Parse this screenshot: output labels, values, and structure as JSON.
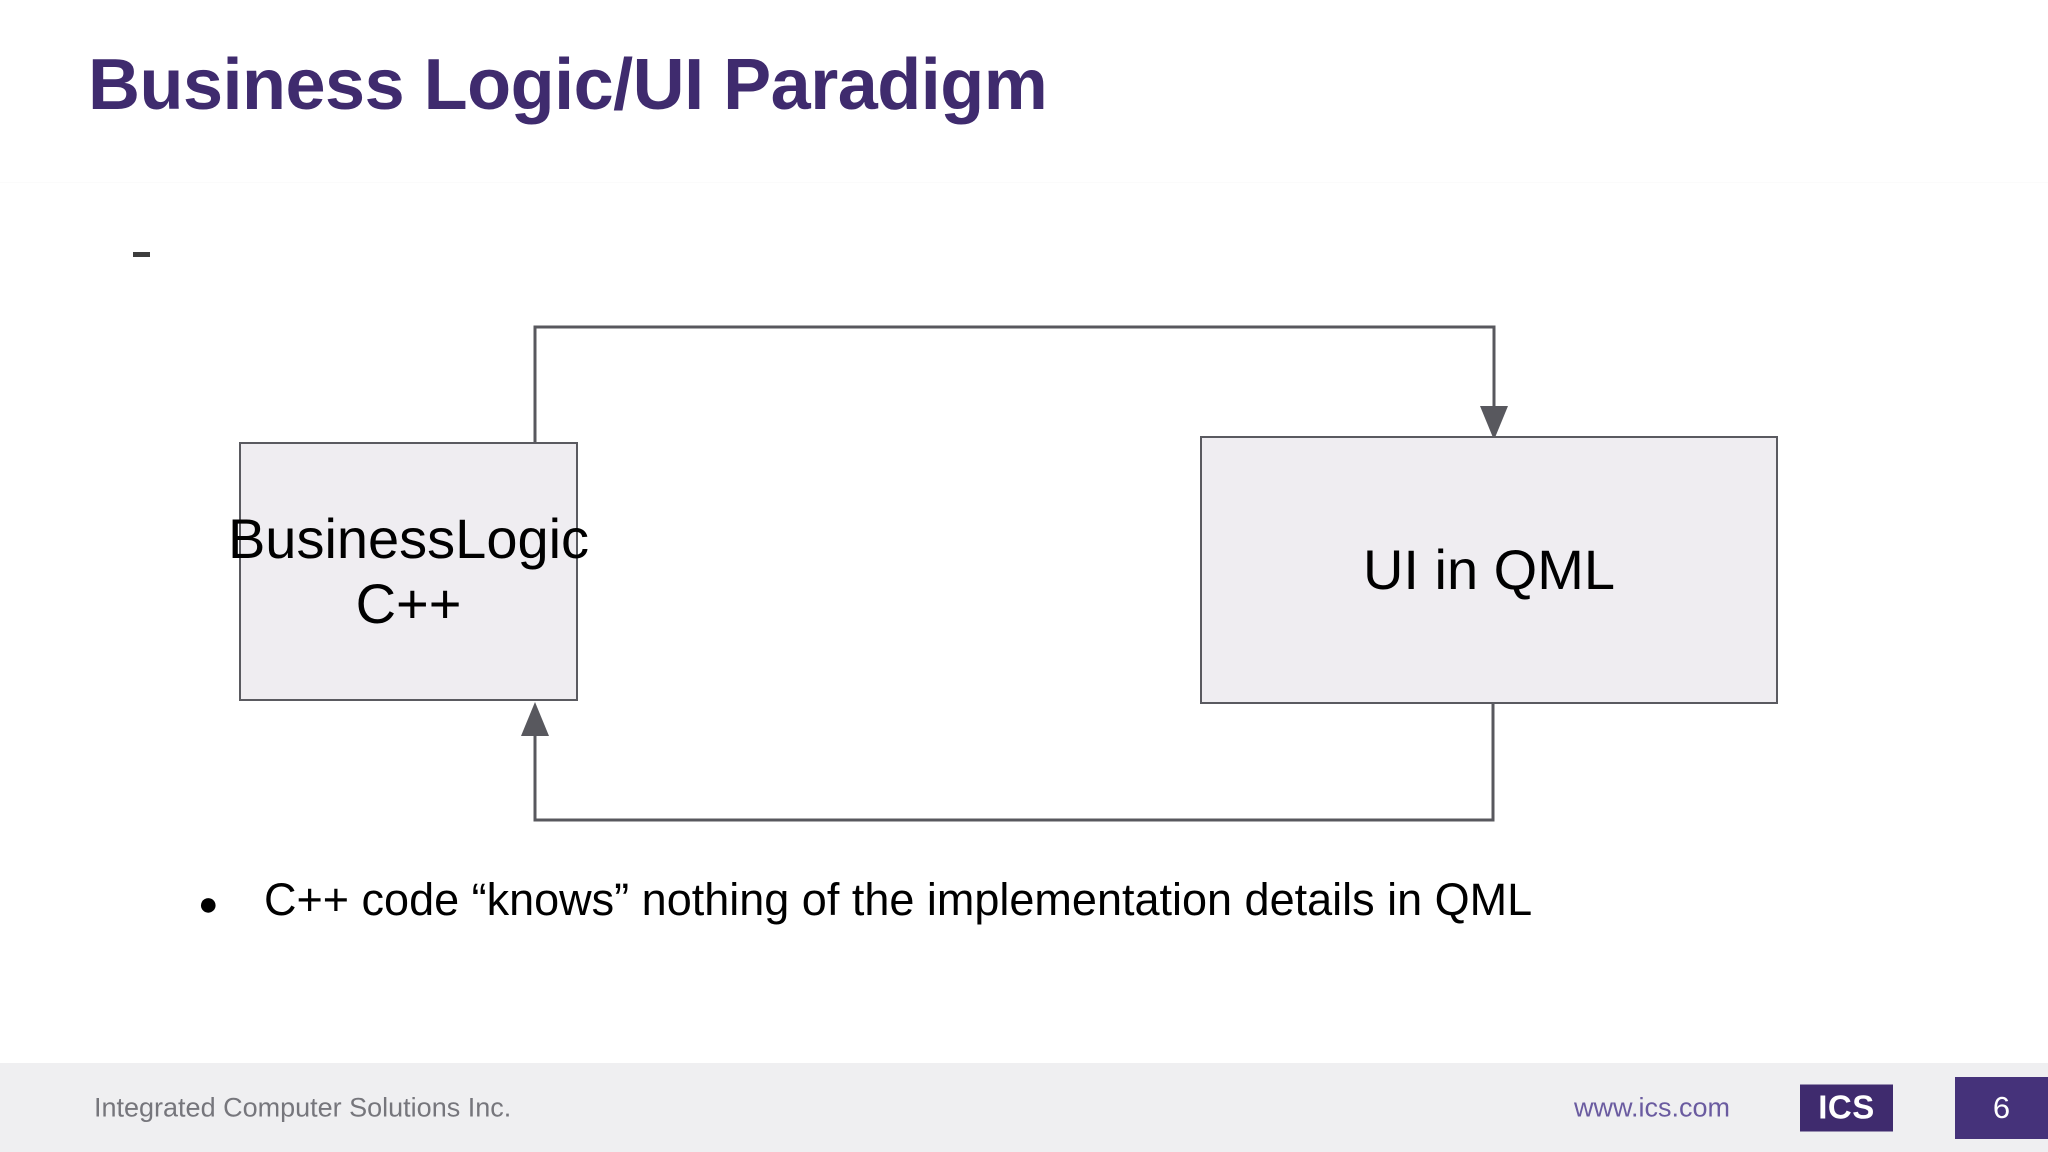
{
  "slide": {
    "title": "Business Logic/UI Paradigm",
    "page_number": "6"
  },
  "diagram": {
    "nodes": [
      {
        "id": "business-logic",
        "line1": "BusinessLogic",
        "line2": "C++"
      },
      {
        "id": "ui-qml",
        "line1": "UI in QML",
        "line2": ""
      }
    ],
    "edges": [
      {
        "from": "business-logic",
        "to": "ui-qml",
        "route": "top",
        "arrow": "down"
      },
      {
        "from": "ui-qml",
        "to": "business-logic",
        "route": "bottom",
        "arrow": "up"
      }
    ],
    "box_fill": "#EFEDF1",
    "box_border": "#5A5A60",
    "line_color": "#58585E"
  },
  "body": {
    "bullet_glyph": "●",
    "bullets": [
      "C++ code “knows” nothing of the implementation details in QML"
    ]
  },
  "footer": {
    "company": "Integrated Computer Solutions Inc.",
    "url": "www.ics.com",
    "logo_text": "ICS",
    "page_number": "6"
  },
  "colors": {
    "title_purple": "#3F2B6E",
    "accent_purple": "#45327A",
    "url_purple": "#6A5BA0",
    "footer_bg": "#EFEFF1",
    "footer_text": "#76767c"
  }
}
